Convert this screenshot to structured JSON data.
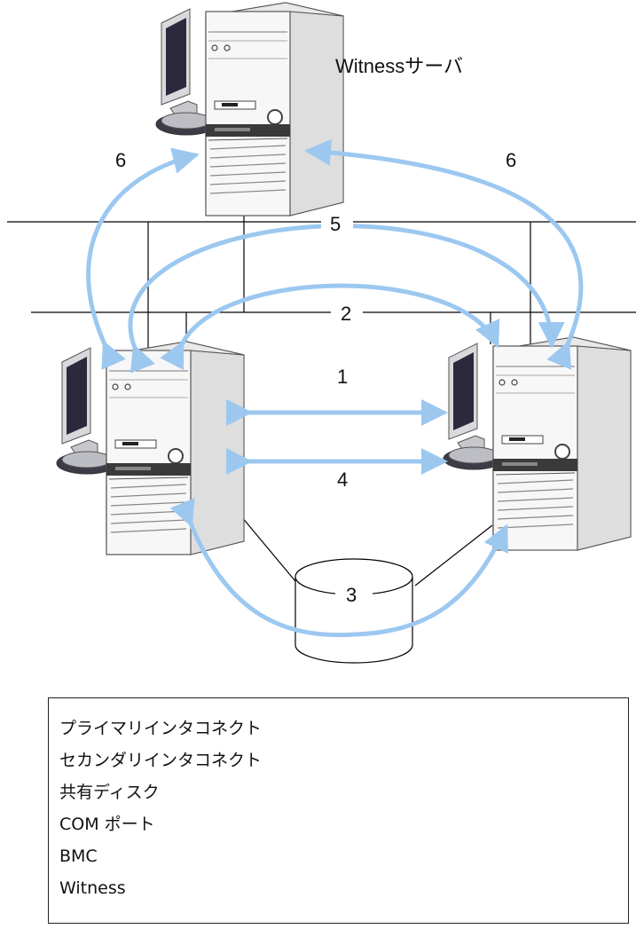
{
  "witness_server_label": "Witnessサーバ",
  "links": {
    "primary": "1",
    "secondary": "2",
    "disk": "3",
    "com": "4",
    "bmc": "5",
    "witness_left": "6",
    "witness_right": "6"
  },
  "legend": [
    "プライマリインタコネクト",
    "セカンダリインタコネクト",
    "共有ディスク",
    "COM ポート",
    "BMC",
    "Witness"
  ],
  "colors": {
    "arrow": "#9cc8f0",
    "line": "#000000",
    "server_face": "#f2f2f2",
    "monitor_screen": "#2a2a3c"
  },
  "icons": [
    "server-icon",
    "monitor-icon",
    "disk-icon"
  ]
}
